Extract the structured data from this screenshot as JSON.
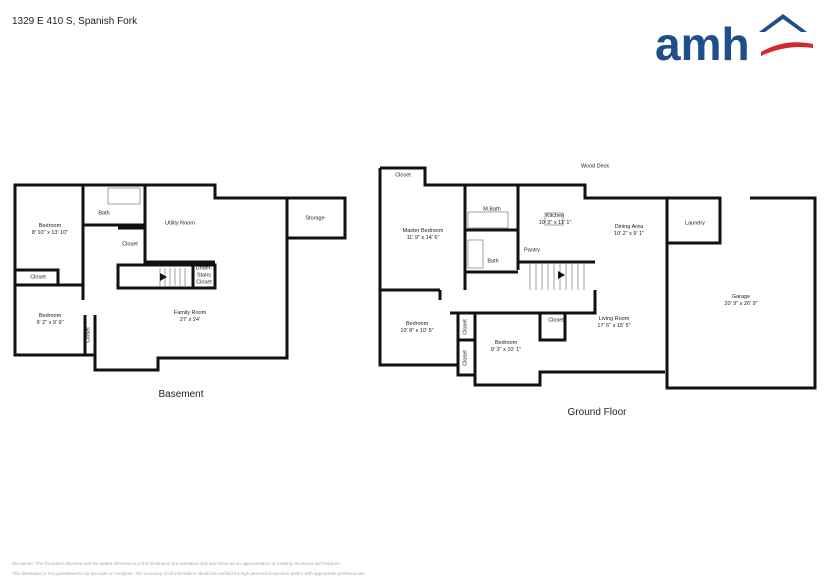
{
  "address": "1329 E 410 S, Spanish Fork",
  "logo": {
    "text": "amh",
    "color": "#1f4e8c",
    "accent": "#d62828"
  },
  "basement": {
    "title": "Basement",
    "rooms": [
      {
        "name": "Bedroom",
        "dims": "8' 10\" x 13' 10\""
      },
      {
        "name": "Bath",
        "dims": ""
      },
      {
        "name": "Utility Room",
        "dims": ""
      },
      {
        "name": "Storage",
        "dims": ""
      },
      {
        "name": "Closet",
        "dims": ""
      },
      {
        "name": "Closet",
        "dims": ""
      },
      {
        "name": "Under-Stairs Closet",
        "dims": ""
      },
      {
        "name": "Bedroom",
        "dims": "9' 2\" x 9' 9\""
      },
      {
        "name": "Closet",
        "dims": ""
      },
      {
        "name": "Family Room",
        "dims": "27' x 24'"
      }
    ]
  },
  "ground": {
    "title": "Ground Floor",
    "rooms": [
      {
        "name": "Wood Deck",
        "dims": ""
      },
      {
        "name": "Closet",
        "dims": ""
      },
      {
        "name": "Master Bedroom",
        "dims": "11' 9\" x 14' 6\""
      },
      {
        "name": "M.Bath",
        "dims": ""
      },
      {
        "name": "Kitchen",
        "dims": "10' 3\" x 11' 1\""
      },
      {
        "name": "Dining Area",
        "dims": "10' 2\" x 9' 1\""
      },
      {
        "name": "Laundry",
        "dims": ""
      },
      {
        "name": "Bath",
        "dims": ""
      },
      {
        "name": "Pantry",
        "dims": ""
      },
      {
        "name": "Garage",
        "dims": "20' 9\" x 26' 9\""
      },
      {
        "name": "Bedroom",
        "dims": "10' 8\" x 10' 5\""
      },
      {
        "name": "Closet",
        "dims": ""
      },
      {
        "name": "Closet",
        "dims": ""
      },
      {
        "name": "Closet",
        "dims": ""
      },
      {
        "name": "Bedroom",
        "dims": "9' 3\" x 10' 1\""
      },
      {
        "name": "Living Room",
        "dims": "17' 6\" x 15' 5\""
      }
    ]
  },
  "disclaimer": [
    "Disclaimer: The floorplans depicted and the stated dimensions in this illustration are indicative only and serve as an approximation of existing structures and features.",
    "This illustration is not guaranteed to be accurate or complete. The accuracy of all information should be verified through personal inspection and/or with appropriate professionals."
  ]
}
